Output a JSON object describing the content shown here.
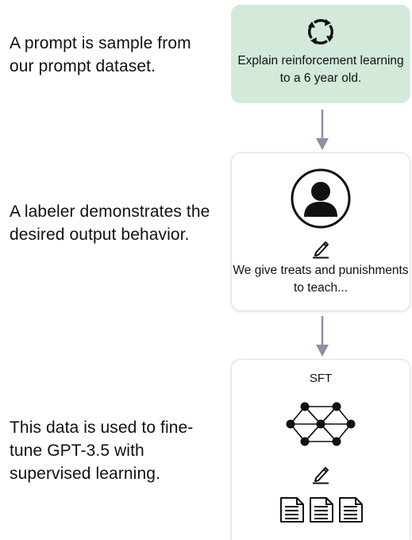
{
  "steps": [
    {
      "description": "A prompt is sample from our prompt dataset.",
      "card_text": "Explain reinforcement learning to a 6 year old."
    },
    {
      "description": "A labeler demonstrates the desired output behavior.",
      "card_text": "We give treats and punishments to teach..."
    },
    {
      "description": "This data is used to fine-tune GPT-3.5 with supervised learning.",
      "card_label": "SFT"
    }
  ],
  "icons": {
    "prompt_card": "refresh-cycle-icon",
    "labeler": "person-avatar-icon",
    "pencil": "pencil-icon",
    "model": "neural-network-icon",
    "documents": "document-icon"
  },
  "colors": {
    "prompt_card_bg": "#d3eadb",
    "arrow": "#8e8ea6",
    "ink": "#111111"
  }
}
